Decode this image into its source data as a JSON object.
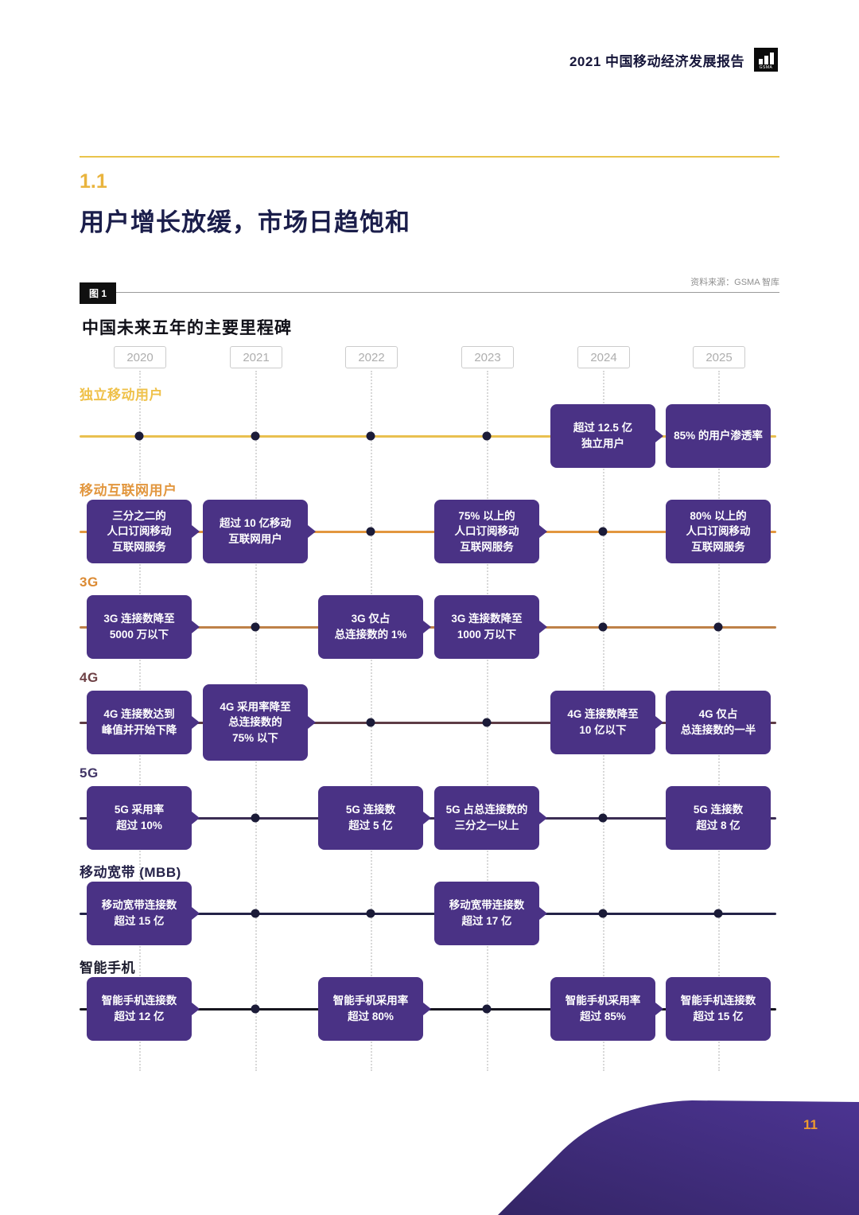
{
  "header": {
    "report_title": "2021 中国移动经济发展报告",
    "logo_text": "GSMA"
  },
  "section": {
    "number": "1.1",
    "title": "用户增长放缓，市场日趋饱和"
  },
  "figure": {
    "label": "图 1",
    "source": "资料来源：GSMA 智库"
  },
  "footer": {
    "page_number": "11"
  },
  "colors": {
    "milestone_box": "#4a3285",
    "accent_gold": "#e9b43e",
    "title_navy": "#1b1e4b",
    "page_number_orange": "#ed9a2f"
  },
  "chart_data": {
    "type": "table",
    "title": "中国未来五年的主要里程碑",
    "categories": [
      "2020",
      "2021",
      "2022",
      "2023",
      "2024",
      "2025"
    ],
    "legend_position": "none",
    "grid": "dotted-vertical-columns",
    "rows": [
      {
        "label": "独立移动用户",
        "label_color": "#efc14a",
        "line_color": "#e9c050",
        "milestones": [
          {
            "year": "2024",
            "text": "超过 12.5 亿\n独立用户"
          },
          {
            "year": "2025",
            "text": "85% 的用户渗透率"
          }
        ]
      },
      {
        "label": "移动互联网用户",
        "label_color": "#e2973f",
        "line_color": "#e2973f",
        "milestones": [
          {
            "year": "2020",
            "text": "三分之二的\n人口订阅移动\n互联网服务"
          },
          {
            "year": "2021",
            "text": "超过 10 亿移动\n互联网用户"
          },
          {
            "year": "2023",
            "text": "75% 以上的\n人口订阅移动\n互联网服务"
          },
          {
            "year": "2025",
            "text": "80% 以上的\n人口订阅移动\n互联网服务"
          }
        ]
      },
      {
        "label": "3G",
        "label_color": "#db8a33",
        "line_color": "#be8148",
        "milestones": [
          {
            "year": "2020",
            "text": "3G 连接数降至\n5000 万以下"
          },
          {
            "year": "2022",
            "text": "3G 仅占\n总连接数的 1%"
          },
          {
            "year": "2023",
            "text": "3G 连接数降至\n1000 万以下"
          }
        ]
      },
      {
        "label": "4G",
        "label_color": "#6e4145",
        "line_color": "#5e3c45",
        "milestones": [
          {
            "year": "2020",
            "text": "4G 连接数达到\n峰值并开始下降"
          },
          {
            "year": "2021",
            "text": "4G 采用率降至\n总连接数的\n75% 以下"
          },
          {
            "year": "2024",
            "text": "4G 连接数降至\n10 亿以下"
          },
          {
            "year": "2025",
            "text": "4G 仅占\n总连接数的一半"
          }
        ]
      },
      {
        "label": "5G",
        "label_color": "#413566",
        "line_color": "#3b2d54",
        "milestones": [
          {
            "year": "2020",
            "text": "5G 采用率\n超过 10%"
          },
          {
            "year": "2022",
            "text": "5G 连接数\n超过 5 亿"
          },
          {
            "year": "2023",
            "text": "5G 占总连接数的\n三分之一以上"
          },
          {
            "year": "2025",
            "text": "5G 连接数\n超过 8 亿"
          }
        ]
      },
      {
        "label": "移动宽带 (MBB)",
        "label_color": "#262349",
        "line_color": "#242348",
        "milestones": [
          {
            "year": "2020",
            "text": "移动宽带连接数\n超过 15 亿"
          },
          {
            "year": "2023",
            "text": "移动宽带连接数\n超过 17 亿"
          }
        ]
      },
      {
        "label": "智能手机",
        "label_color": "#1c1c2e",
        "line_color": "#17161f",
        "milestones": [
          {
            "year": "2020",
            "text": "智能手机连接数\n超过 12 亿"
          },
          {
            "year": "2022",
            "text": "智能手机采用率\n超过 80%"
          },
          {
            "year": "2024",
            "text": "智能手机采用率\n超过 85%"
          },
          {
            "year": "2025",
            "text": "智能手机连接数\n超过 15 亿"
          }
        ]
      }
    ]
  }
}
